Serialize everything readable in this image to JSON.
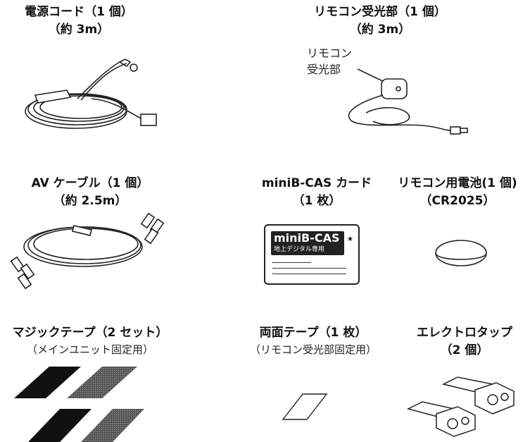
{
  "items": [
    {
      "title": "電源コード（1 個）",
      "sub": "（約 3m）"
    },
    {
      "title": "リモコン受光部（1 個）",
      "sub": "（約 3m）",
      "callout": [
        "リモコン",
        "受光部"
      ]
    },
    {
      "title": "AV ケーブル（1 個）",
      "sub": "（約 2.5m）"
    },
    {
      "title": "miniB-CAS カード",
      "sub": "（1 枚）",
      "card_logo": "miniB-CAS",
      "card_band": "地上デジタル専用"
    },
    {
      "title": "リモコン用電池(1 個)",
      "sub": "（CR2025）"
    },
    {
      "title": "マジックテープ（2 セット）",
      "sub": "（メインユニット固定用）"
    },
    {
      "title": "両面テープ（1 枚）",
      "sub": "（リモコン受光部固定用）"
    },
    {
      "title": "エレクトロタップ",
      "sub": "（2 個）"
    }
  ]
}
